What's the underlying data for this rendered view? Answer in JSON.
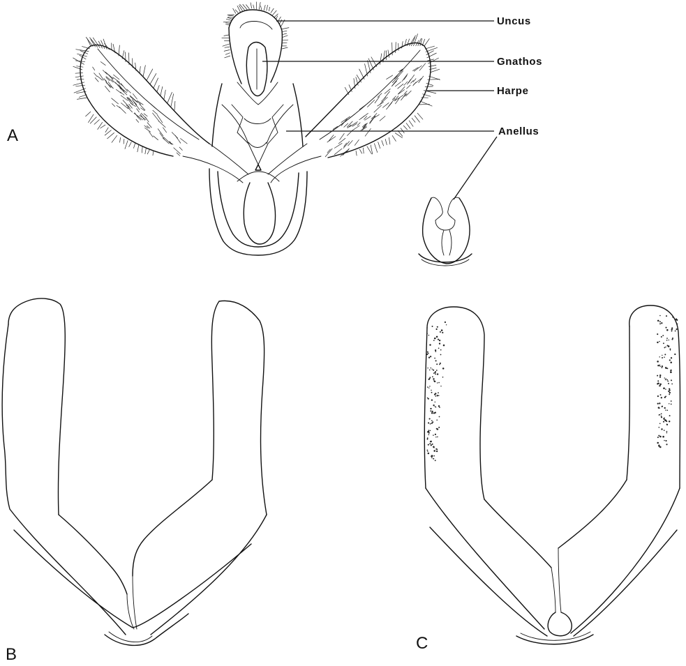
{
  "figure": {
    "panels": {
      "a": "A",
      "b": "B",
      "c": "C"
    },
    "labels": {
      "uncus": "Uncus",
      "gnathos": "Gnathos",
      "harpe": "Harpe",
      "anellus": "Anellus"
    }
  },
  "colors": {
    "ink": "#111111",
    "background": "#ffffff"
  }
}
